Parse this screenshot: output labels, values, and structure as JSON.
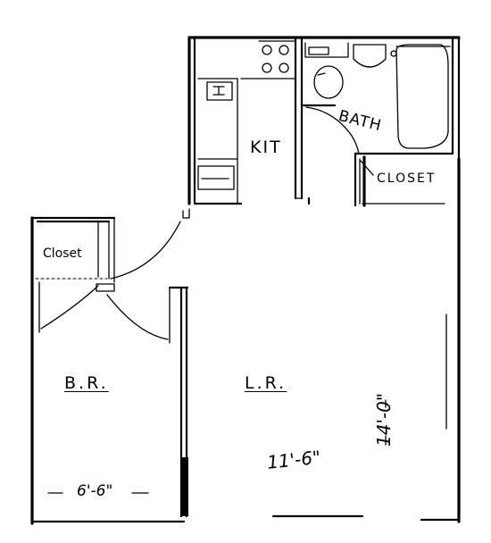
{
  "rooms": {
    "kitchen": "KIT",
    "bath": "BATH",
    "closet_bath": "CLOSET",
    "closet_bedroom": "Closet",
    "bedroom": "B.R.",
    "living_room": "L.R."
  },
  "dimensions": {
    "bedroom_width": "6'-6\"",
    "living_room_width": "11'-6\"",
    "living_room_depth": "14'-0\""
  }
}
